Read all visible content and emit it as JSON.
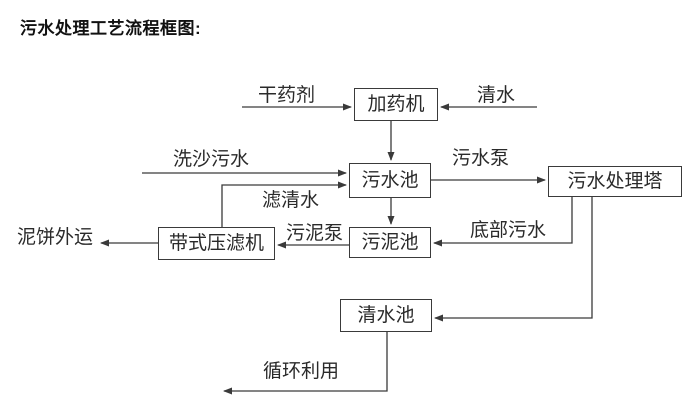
{
  "title": "污水处理工艺流程框图:",
  "diagram": {
    "nodes": [
      {
        "id": "dosing-machine",
        "label": "加药机"
      },
      {
        "id": "sewage-pool",
        "label": "污水池"
      },
      {
        "id": "sewage-treatment-tower",
        "label": "污水处理塔"
      },
      {
        "id": "sludge-pool",
        "label": "污泥池"
      },
      {
        "id": "belt-filter-press",
        "label": "带式压滤机"
      },
      {
        "id": "clean-water-pool",
        "label": "清水池"
      }
    ],
    "edge_labels": [
      {
        "id": "dry-agent",
        "text": "干药剂"
      },
      {
        "id": "clean-water-in",
        "text": "清水"
      },
      {
        "id": "sand-washing-sewage",
        "text": "洗沙污水"
      },
      {
        "id": "sewage-pump",
        "text": "污水泵"
      },
      {
        "id": "filtered-water",
        "text": "滤清水"
      },
      {
        "id": "sludge-pump",
        "text": "污泥泵"
      },
      {
        "id": "bottom-sewage",
        "text": "底部污水"
      },
      {
        "id": "mud-cake-outbound",
        "text": "泥饼外运"
      },
      {
        "id": "recycling",
        "text": "循环利用"
      }
    ],
    "colors": {
      "line": "#3a3a3a",
      "text": "#2a2a2a",
      "background": "#ffffff"
    }
  }
}
